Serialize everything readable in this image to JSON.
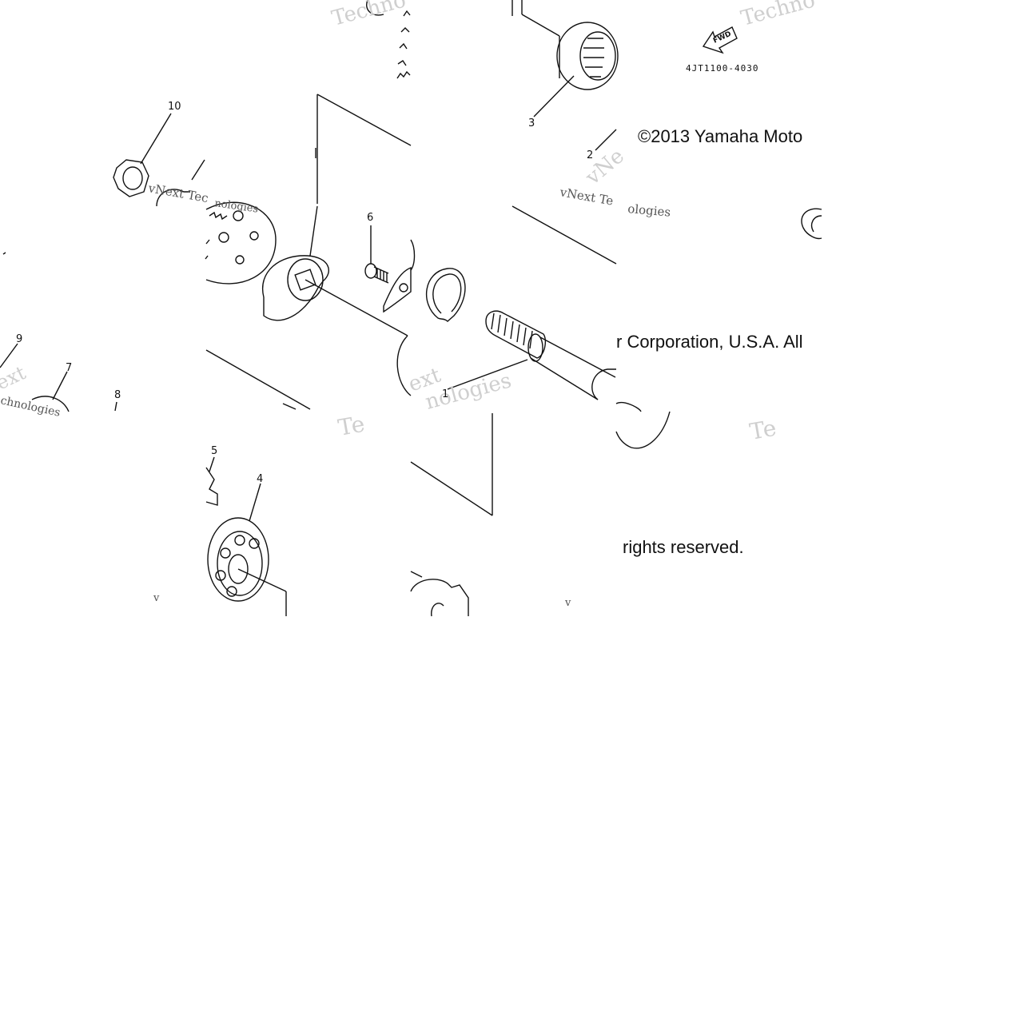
{
  "diagram": {
    "part_number": "4JT1100-4030",
    "fwd_label": "FWD",
    "callouts": [
      "1",
      "2",
      "3",
      "4",
      "5",
      "6",
      "7",
      "8",
      "9",
      "10"
    ],
    "copyright": {
      "line1": "©2013 Yamaha Moto",
      "line2": "r Corporation, U.S.A. All",
      "line3": "rights reserved."
    },
    "watermarks": {
      "w1": "Techno",
      "w2": "Techno",
      "w3": "vNext Tec",
      "w4": "nologies",
      "w5": "vNext Te",
      "w6": "ologies",
      "w7": "Te",
      "w8": "Te",
      "w9": "ext",
      "w10": "nologies",
      "w11": "chnologies",
      "w12": "ext",
      "w13": "v",
      "w14": "v",
      "w15": "vNe"
    },
    "colors": {
      "line": "#111111",
      "watermark": "#cfcfcf"
    }
  }
}
